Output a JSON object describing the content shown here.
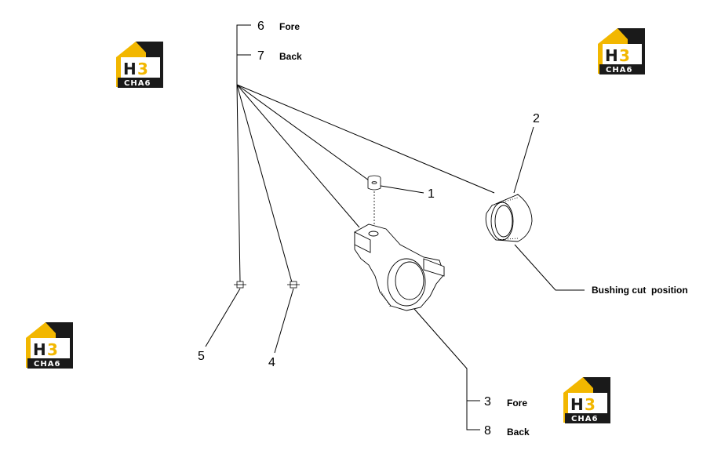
{
  "callouts": {
    "c1": "1",
    "c2": "2",
    "c3": "3",
    "c4": "4",
    "c5": "5",
    "c6": "6",
    "c7": "7",
    "c8": "8"
  },
  "labels": {
    "fore_top": "Fore",
    "back_top": "Back",
    "fore_bottom": "Fore",
    "back_bottom": "Back",
    "bushing_cut": "Bushing cut  position"
  },
  "logo": {
    "text": "CHA6",
    "letter_h": "H",
    "letter_3": "3",
    "colors": {
      "yellow": "#f2b700",
      "dark": "#1a1a1a"
    }
  }
}
